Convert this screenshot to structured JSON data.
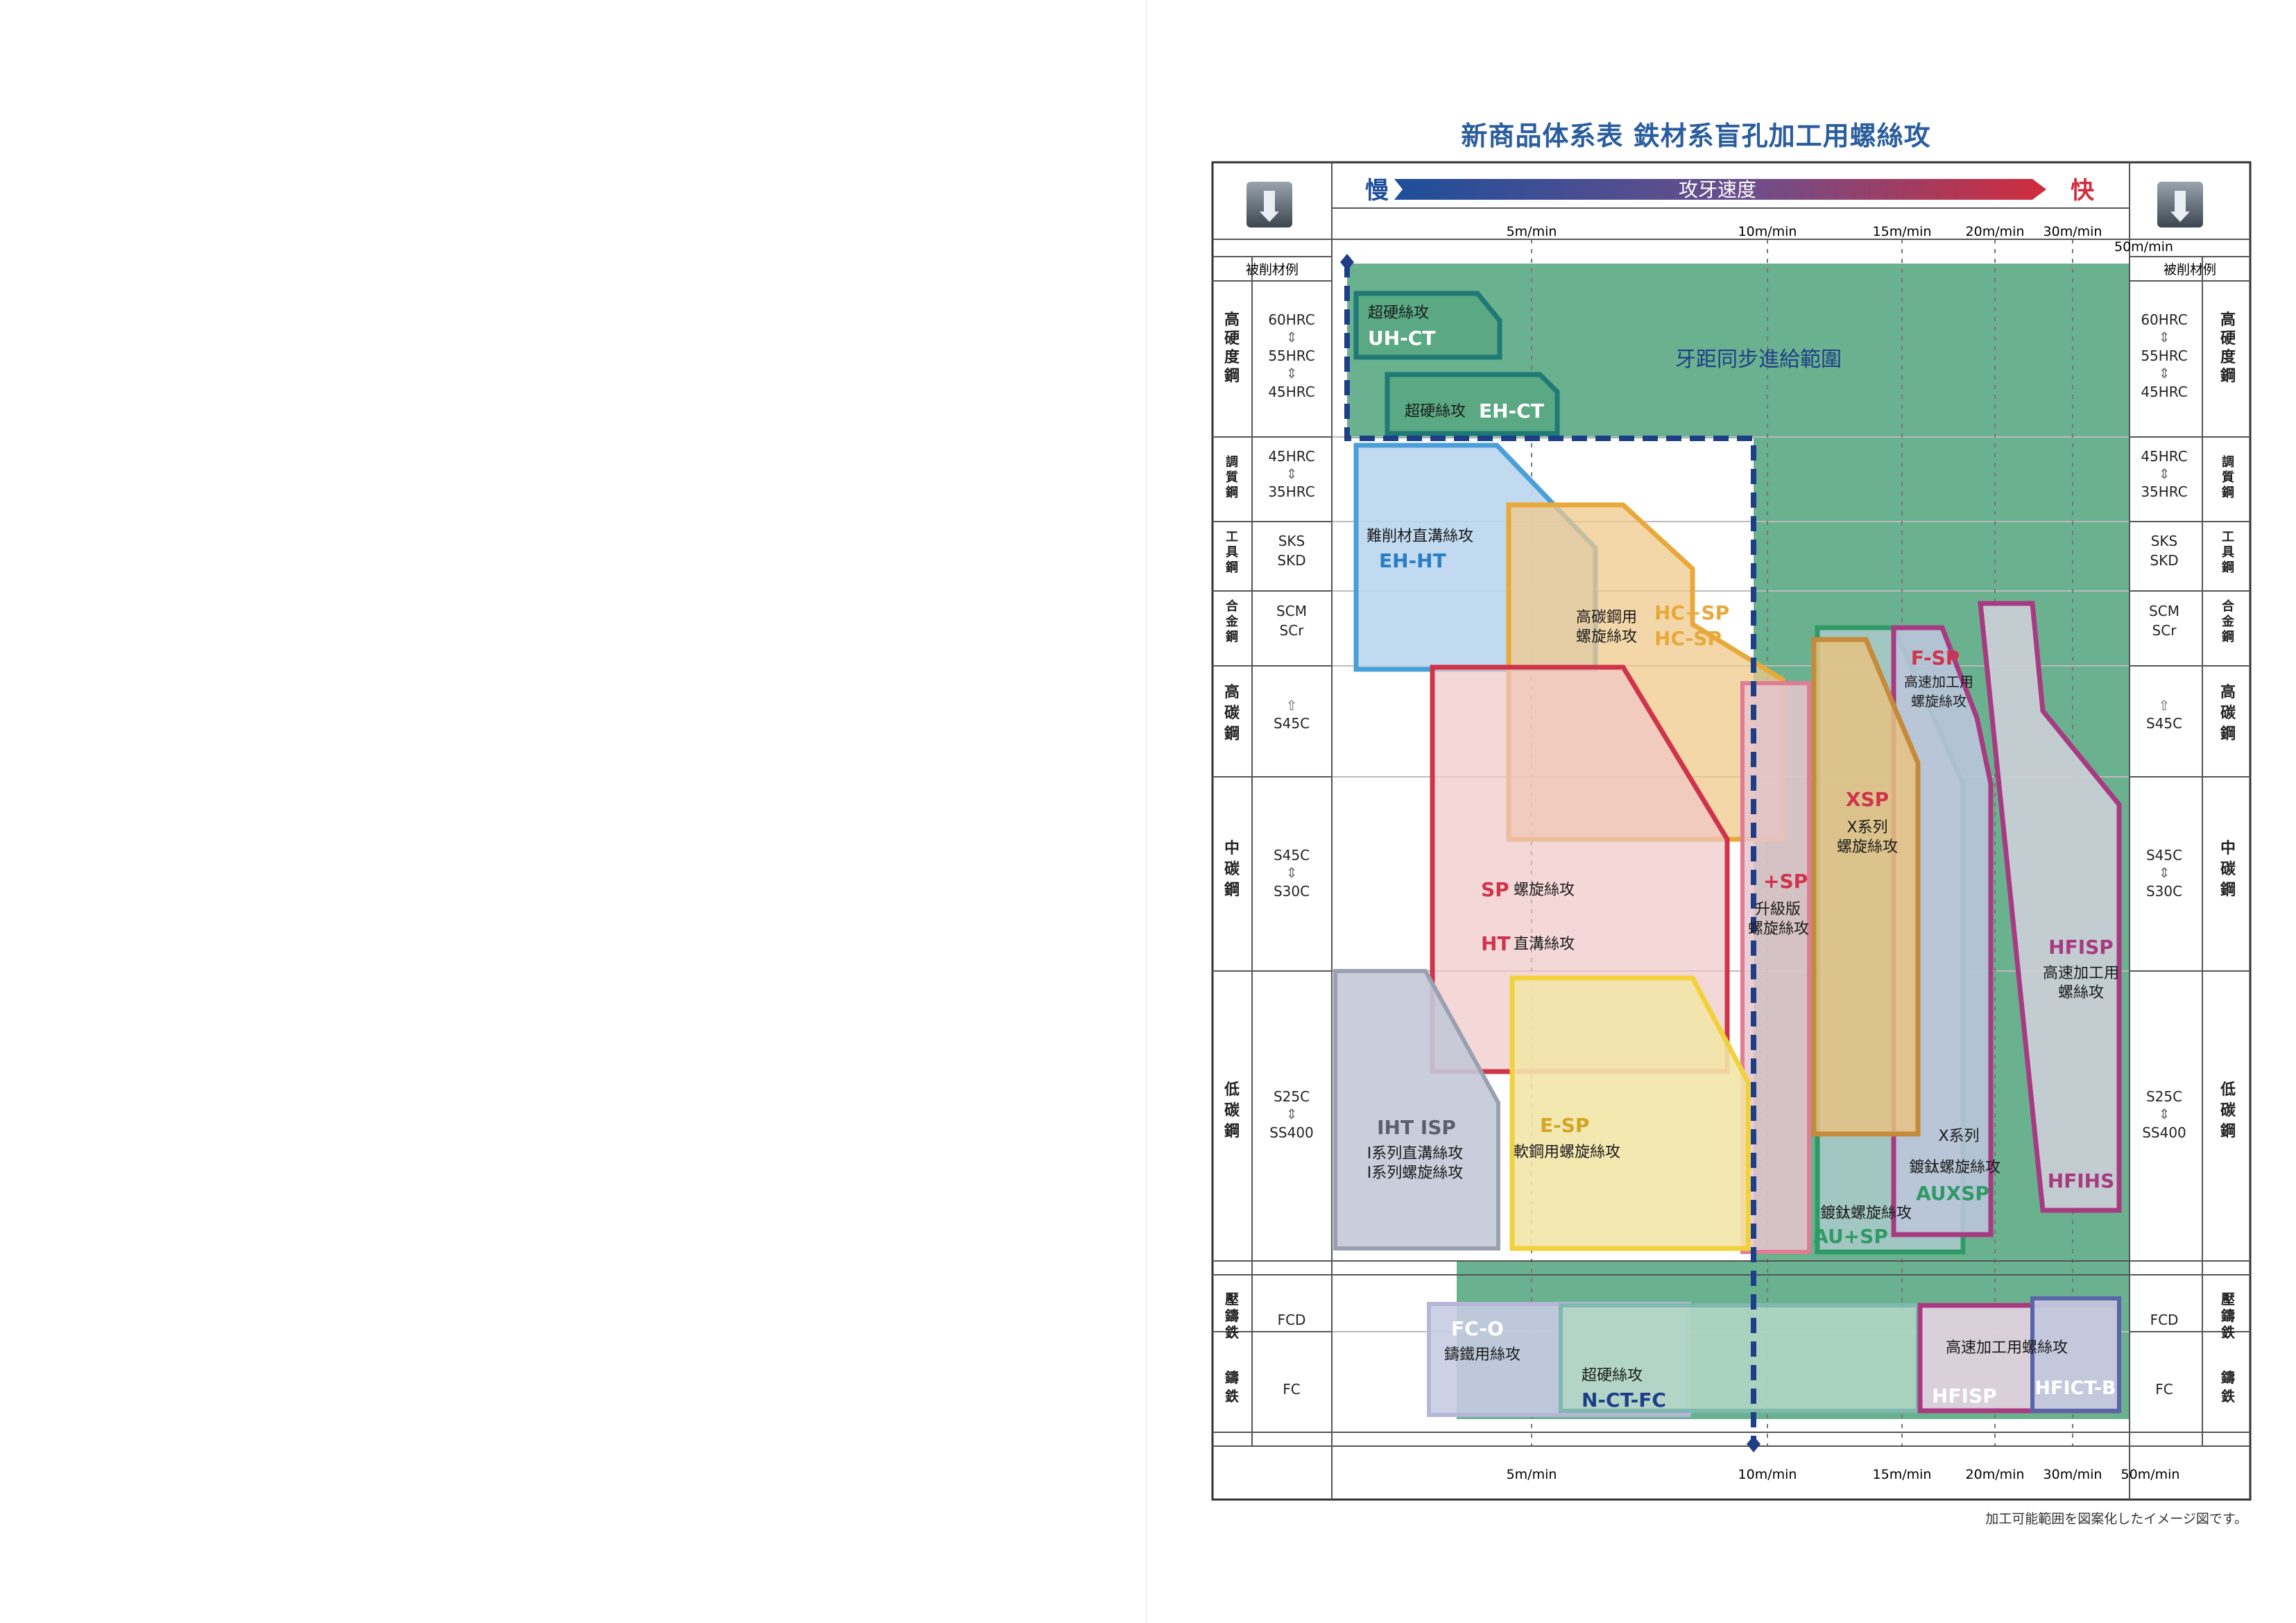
{
  "title": "新商品体系表  鉄材系盲孔加工用螺絲攻",
  "note": "加工可能範囲を図案化したイメージ図です。",
  "speed_bar": {
    "slow": "慢",
    "label": "攻牙速度",
    "fast": "快"
  },
  "speeds_top": [
    "5m/min",
    "10m/min",
    "15m/min",
    "20m/min",
    "30m/min",
    "50m/min"
  ],
  "speeds_bottom": [
    "5m/min",
    "10m/min",
    "15m/min",
    "20m/min",
    "30m/min",
    "50m/min"
  ],
  "material_header": "被削材例",
  "materials": [
    {
      "group": "高硬度鋼",
      "examples": [
        "60HRC",
        "55HRC",
        "45HRC"
      ]
    },
    {
      "group": "調質鋼",
      "examples": [
        "45HRC",
        "35HRC"
      ]
    },
    {
      "group": "工具鋼",
      "examples": [
        "SKS",
        "SKD"
      ]
    },
    {
      "group": "合金鋼",
      "examples": [
        "SCM",
        "SCr"
      ]
    },
    {
      "group": "高碳鋼",
      "examples": [
        "S45C"
      ]
    },
    {
      "group": "中碳鋼",
      "examples": [
        "S45C",
        "S30C"
      ]
    },
    {
      "group": "低碳鋼",
      "examples": [
        "S25C",
        "SS400"
      ]
    },
    {
      "group": "壓鑄鉄",
      "examples": [
        "FCD"
      ]
    },
    {
      "group": "鑄鉄",
      "examples": [
        "FC"
      ]
    }
  ],
  "sync_label": "牙距同步進給範圍",
  "products": {
    "uhct": {
      "desc": "超硬絲攻",
      "code": "UH-CT"
    },
    "ehct": {
      "desc": "超硬絲攻",
      "code": "EH-CT"
    },
    "ehht": {
      "desc": "難削材直溝絲攻",
      "code": "EH-HT"
    },
    "hcsp": {
      "desc1": "高碳鋼用",
      "desc2": "螺旋絲攻",
      "code1": "HC+SP",
      "code2": "HC-SP"
    },
    "sp": {
      "code": "SP",
      "desc": "螺旋絲攻"
    },
    "ht": {
      "code": "HT",
      "desc": "直溝絲攻"
    },
    "plussp": {
      "code": "+SP",
      "desc1": "升級版",
      "desc2": "螺旋絲攻"
    },
    "xsp": {
      "code": "XSP",
      "desc1": "X系列",
      "desc2": "螺旋絲攻"
    },
    "fsp": {
      "code": "F-SP",
      "desc1": "高速加工用",
      "desc2": "螺旋絲攻"
    },
    "hfisp": {
      "code": "HFISP",
      "desc1": "高速加工用",
      "desc2": "螺絲攻"
    },
    "hfihs": {
      "code": "HFIHS"
    },
    "iht": {
      "code": "IHT  ISP",
      "desc1": "I系列直溝絲攻",
      "desc2": "I系列螺旋絲攻"
    },
    "esp": {
      "code": "E-SP",
      "desc": "軟鋼用螺旋絲攻"
    },
    "auxsp": {
      "desc1": "X系列",
      "desc2": "鍍鈦螺旋絲攻",
      "code": "AUXSP"
    },
    "ausp": {
      "desc": "鍍鈦螺旋絲攻",
      "code": "AU+SP"
    },
    "fco": {
      "code": "FC-O",
      "desc": "鑄鐵用絲攻"
    },
    "nctfc": {
      "desc": "超硬絲攻",
      "code": "N-CT-FC"
    },
    "hfisp_fc": {
      "desc": "高速加工用螺絲攻",
      "code": "HFISP"
    },
    "hfictb": {
      "code": "HFICT-B"
    }
  },
  "colors": {
    "sync_green": "#5aa884",
    "blue": "#4a9fd8",
    "orange": "#e8a93a",
    "red": "#d0344b",
    "magenta": "#a83a82",
    "green": "#2f9a66",
    "gray": "#9aa0b0",
    "yellow": "#f2d23c",
    "navy": "#1e3f86",
    "frame": "#333333"
  },
  "icons": [
    "tap-left-icon",
    "tap-right-icon",
    "diamond-marker-icon"
  ]
}
